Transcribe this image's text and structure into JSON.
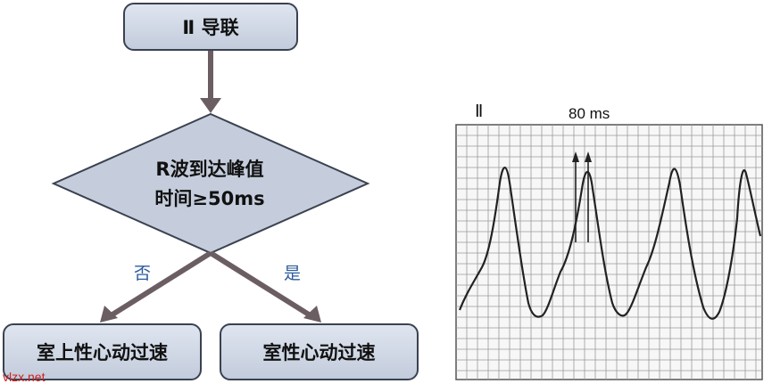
{
  "flowchart": {
    "start": "Ⅱ 导联",
    "decision_line1": "R波到达峰值",
    "decision_line2": "时间≥50ms",
    "no_label": "否",
    "yes_label": "是",
    "left_result": "室上性心动过速",
    "right_result": "室性心动过速"
  },
  "ecg": {
    "lead_label": "Ⅱ",
    "interval_label": "80 ms"
  },
  "watermark": "vlzx.net",
  "colors": {
    "box_fill": "#c9d1e0",
    "box_border": "#3a4250",
    "arrow": "#6b5e63",
    "branch_text": "#2c5a9e",
    "watermark": "#d02020"
  }
}
